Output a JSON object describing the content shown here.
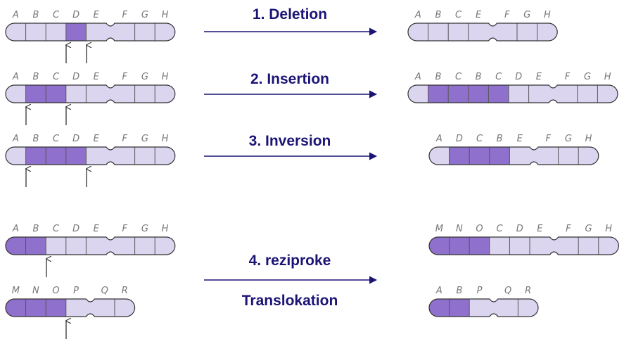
{
  "colors": {
    "light": "#dcd5f0",
    "dark": "#8f70cc",
    "arrow": "#1b1475"
  },
  "steps": [
    {
      "title": "1. Deletion"
    },
    {
      "title": "2. Insertion"
    },
    {
      "title": "3. Inversion"
    },
    {
      "title_line1": "4. reziproke",
      "title_line2": "Translokation"
    }
  ],
  "chromosomes": [
    {
      "id": "deletion-before",
      "labels": [
        "A",
        "B",
        "C",
        "D",
        "E",
        "F",
        "G",
        "H"
      ],
      "dark": [
        3
      ]
    },
    {
      "id": "deletion-after",
      "labels": [
        "A",
        "B",
        "C",
        "E",
        "F",
        "G",
        "H"
      ],
      "dark": []
    },
    {
      "id": "insertion-before",
      "labels": [
        "A",
        "B",
        "C",
        "D",
        "E",
        "F",
        "G",
        "H"
      ],
      "dark": [
        1,
        2
      ]
    },
    {
      "id": "insertion-after",
      "labels": [
        "A",
        "B",
        "C",
        "B",
        "C",
        "D",
        "E",
        "F",
        "G",
        "H"
      ],
      "dark": [
        1,
        2,
        3,
        4
      ]
    },
    {
      "id": "inversion-before",
      "labels": [
        "A",
        "B",
        "C",
        "D",
        "E",
        "F",
        "G",
        "H"
      ],
      "dark": [
        1,
        2,
        3
      ]
    },
    {
      "id": "inversion-after",
      "labels": [
        "A",
        "D",
        "C",
        "B",
        "E",
        "F",
        "G",
        "H"
      ],
      "dark": [
        1,
        2,
        3
      ]
    },
    {
      "id": "translocation-before-1",
      "labels": [
        "A",
        "B",
        "C",
        "D",
        "E",
        "F",
        "G",
        "H"
      ],
      "dark": [
        0,
        1
      ]
    },
    {
      "id": "translocation-before-2",
      "labels": [
        "M",
        "N",
        "O",
        "P",
        "Q",
        "R"
      ],
      "dark": [
        0,
        1,
        2
      ]
    },
    {
      "id": "translocation-after-1",
      "labels": [
        "M",
        "N",
        "O",
        "C",
        "D",
        "E",
        "F",
        "G",
        "H"
      ],
      "dark": [
        0,
        1,
        2
      ]
    },
    {
      "id": "translocation-after-2",
      "labels": [
        "A",
        "B",
        "P",
        "Q",
        "R"
      ],
      "dark": [
        0,
        1
      ]
    }
  ]
}
